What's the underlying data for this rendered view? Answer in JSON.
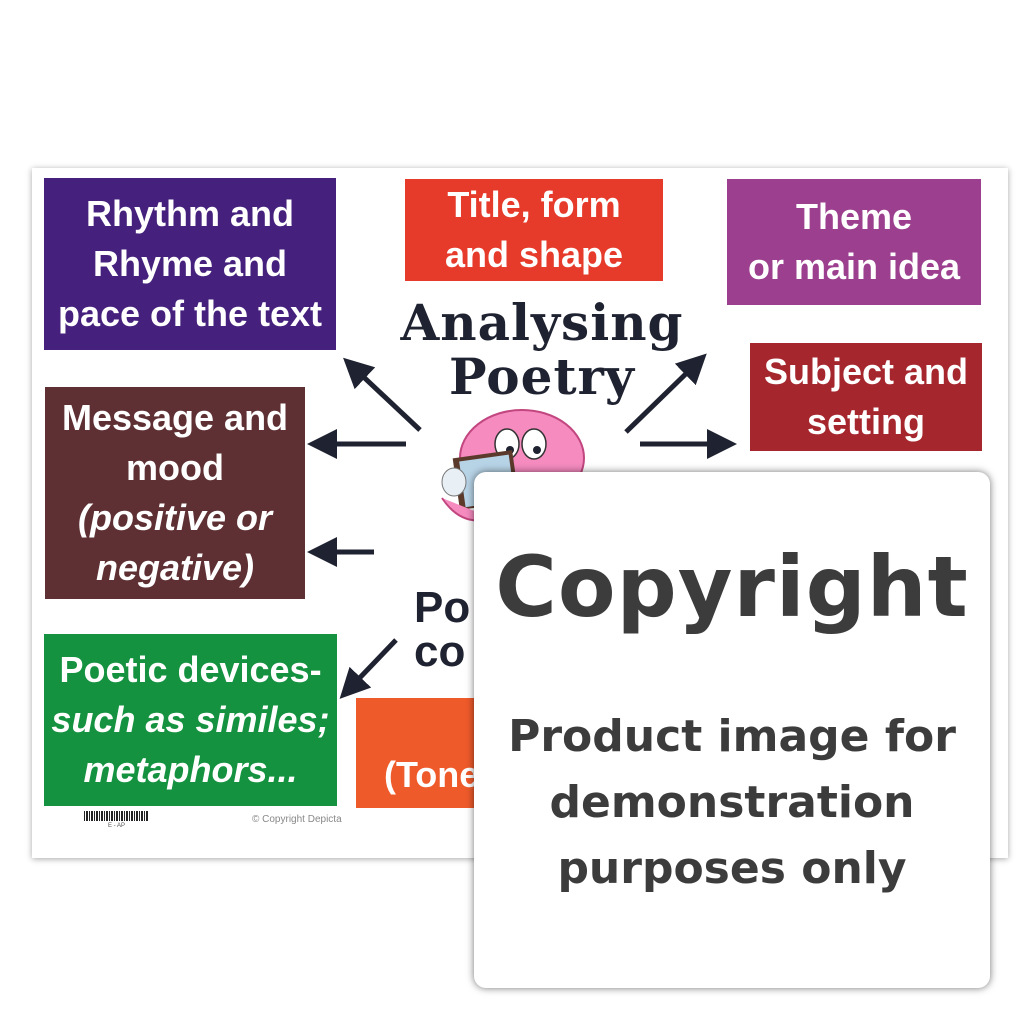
{
  "poster": {
    "title": [
      "Analysing",
      "Poetry"
    ],
    "boxes": {
      "rhythm": {
        "lines": [
          "Rhythm and",
          "Rhyme and",
          "pace of the text"
        ],
        "color": "#45217d"
      },
      "title_form": {
        "lines": [
          "Title, form",
          "and shape"
        ],
        "color": "#e63a2b"
      },
      "theme": {
        "lines": [
          "Theme",
          "or main idea"
        ],
        "color": "#9b3f8e"
      },
      "subject": {
        "lines": [
          "Subject and",
          "setting"
        ],
        "color": "#a5262d"
      },
      "message": {
        "lines": [
          "Message and",
          "mood",
          "(positive or",
          "negative)"
        ],
        "color": "#5e3033"
      },
      "devices": {
        "lines": [
          "Poetic devices-",
          "such as similes;",
          "metaphors..."
        ],
        "color": "#149240"
      },
      "tone": {
        "lines": [
          "(Tone"
        ],
        "color": "#ef5a2b"
      }
    },
    "partial_text": [
      "Po",
      "co"
    ],
    "footer": {
      "copyright": "© Copyright Depicta",
      "code": "E - AP"
    }
  },
  "overlay": {
    "heading": "Copyright",
    "lines": [
      "Product image for",
      "demonstration",
      "purposes only"
    ]
  },
  "icons": [
    "brain-mascot-icon",
    "arrow-icon",
    "barcode-icon"
  ]
}
